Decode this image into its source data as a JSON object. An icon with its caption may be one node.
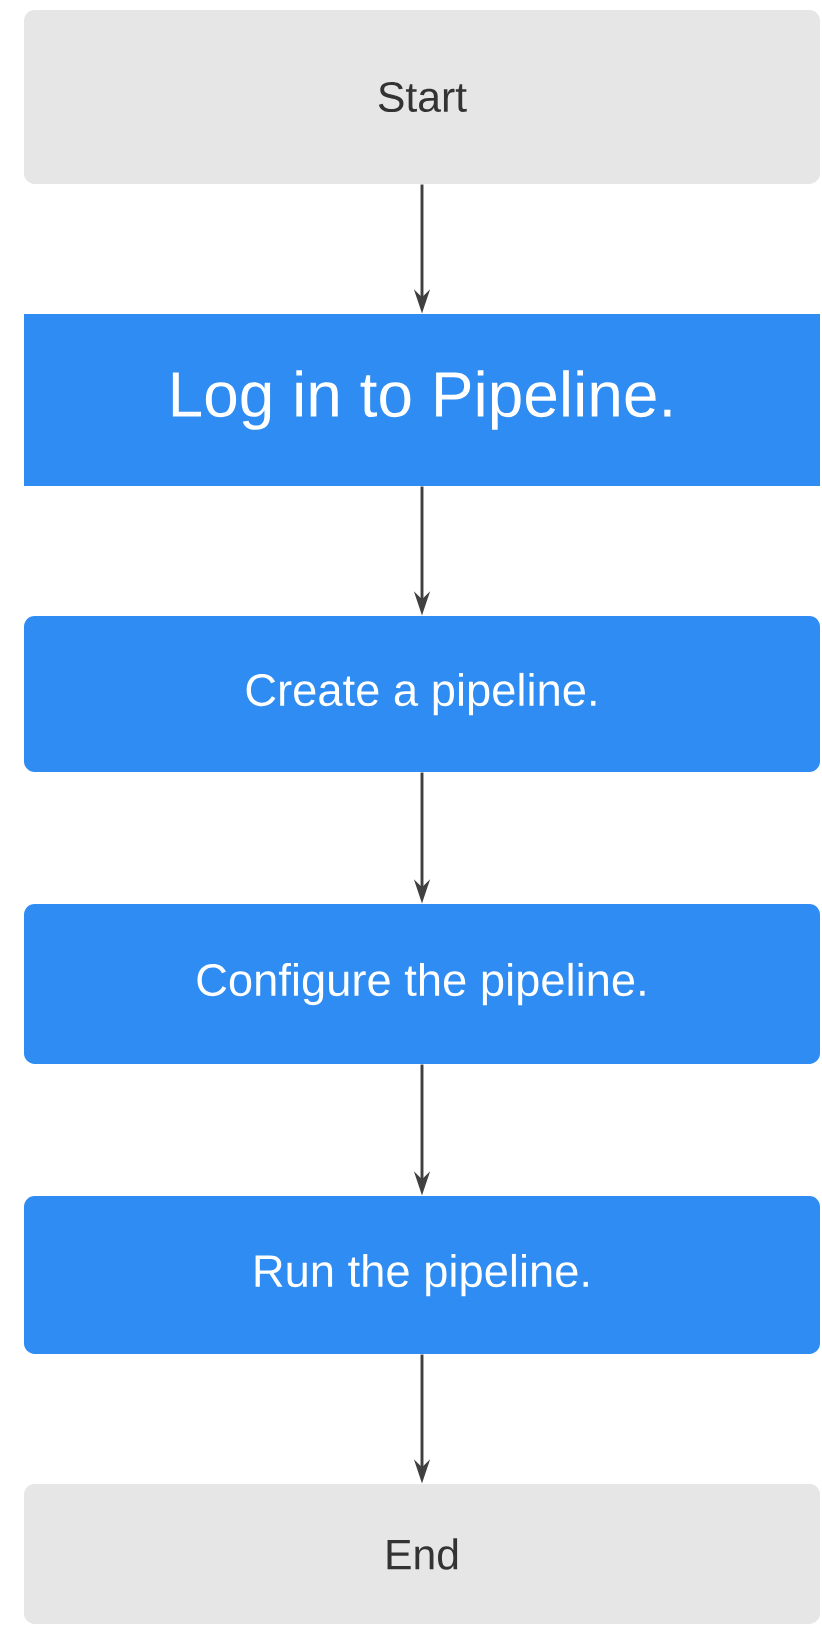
{
  "diagram": {
    "nodes": [
      {
        "text": [
          "Start"
        ]
      },
      {
        "text": [
          "Log in to Pipeline."
        ]
      },
      {
        "text": [
          "Create a pipeline."
        ]
      },
      {
        "text": [
          "Configure the pipeline."
        ]
      },
      {
        "text": [
          "Run the pipeline."
        ]
      },
      {
        "text": [
          "End"
        ]
      }
    ],
    "edges": [
      {
        "from": 0,
        "to": 1,
        "arrow": "to"
      },
      {
        "from": 1,
        "to": 2,
        "arrow": "to"
      },
      {
        "from": 2,
        "to": 3,
        "arrow": "to"
      },
      {
        "from": 3,
        "to": 4,
        "arrow": "to"
      },
      {
        "from": 4,
        "to": 5,
        "arrow": "to"
      }
    ]
  }
}
